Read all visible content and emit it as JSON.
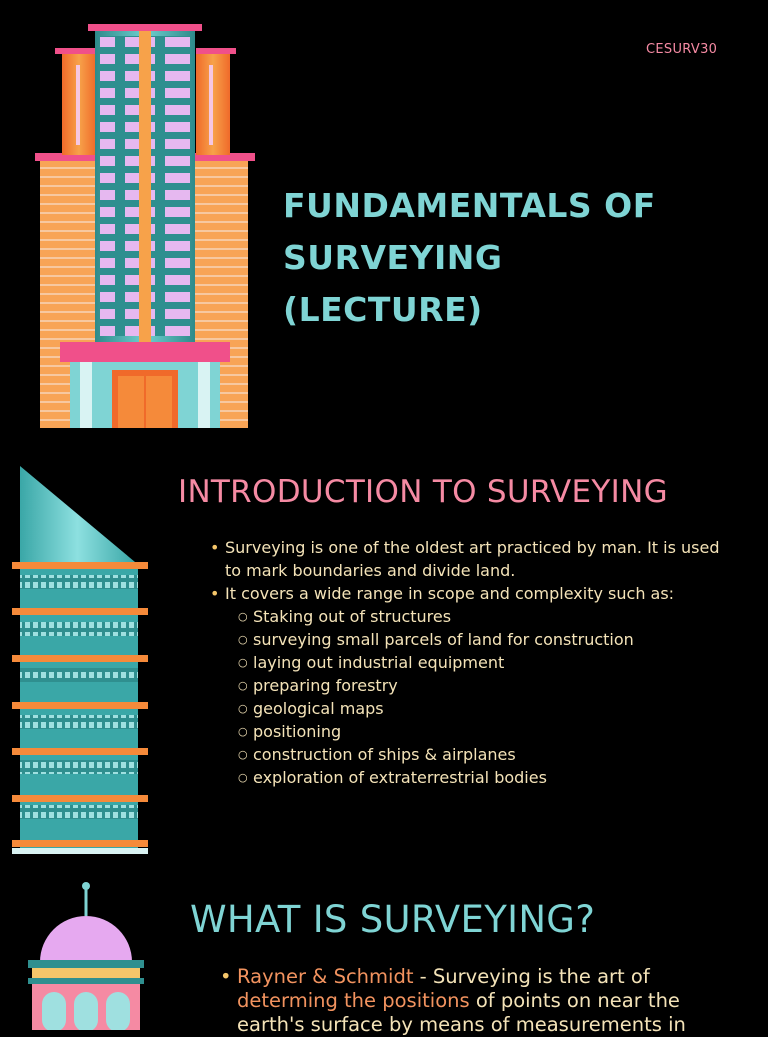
{
  "course_code": "CESURV30",
  "title_lines": [
    "FUNDAMENTALS OF",
    "SURVEYING",
    "(LECTURE)"
  ],
  "intro": {
    "heading": "INTRODUCTION TO SURVEYING",
    "bullets": [
      "Surveying is one of the oldest art practiced by man. It is used to mark boundaries and divide land.",
      "It covers a wide range in scope and complexity such as:"
    ],
    "subitems": [
      "Staking out of structures",
      "surveying small parcels of land for construction",
      "laying out industrial equipment",
      "preparing forestry",
      "geological maps",
      "positioning",
      "construction of ships & airplanes",
      "exploration of extraterrestrial bodies"
    ]
  },
  "what": {
    "heading": "WHAT IS SURVEYING?",
    "bullet_source": "Rayner & Schmidt",
    "bullet_text_1": " - Surveying is the art of ",
    "bullet_highlight": "determing the positions",
    "bullet_text_2": " of points on near the earth's surface by means of measurements in"
  },
  "colors": {
    "teal": "#7fd4d4",
    "pink": "#f58aa3",
    "cream": "#f4e3b8",
    "orange": "#f2935f",
    "background": "#000000"
  },
  "illustrations": [
    "tall-building-illustration",
    "slanted-tower-illustration",
    "domed-building-illustration"
  ]
}
